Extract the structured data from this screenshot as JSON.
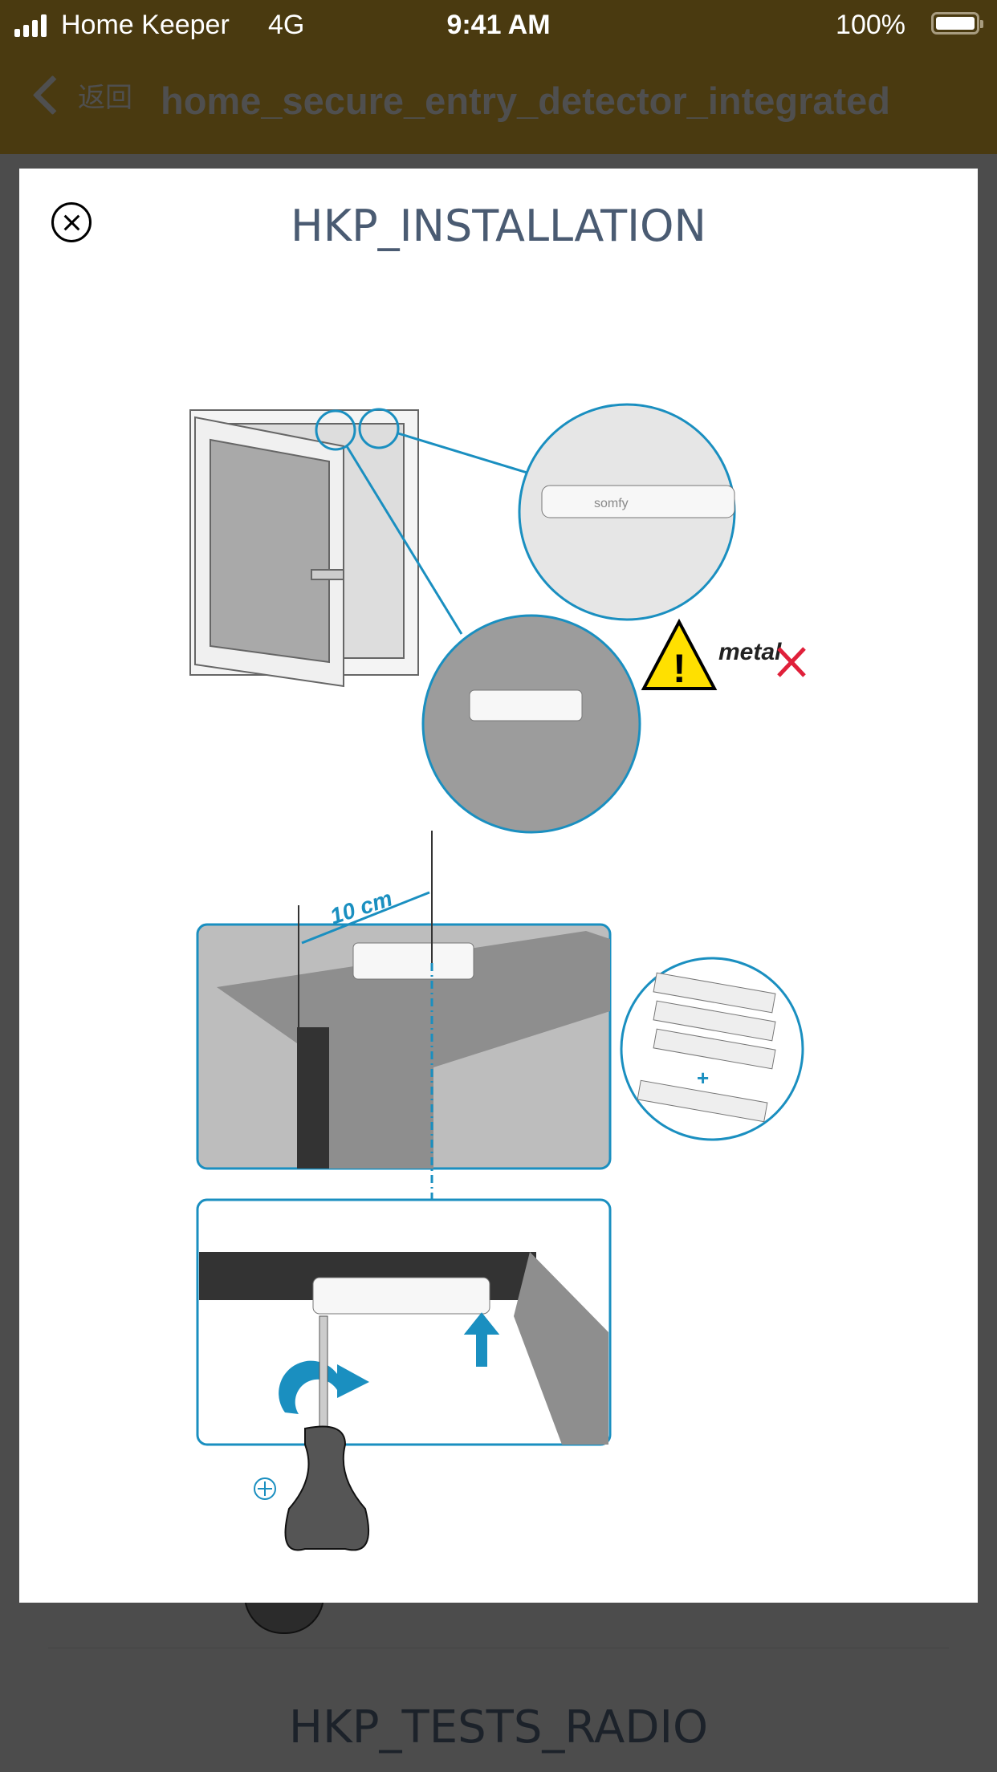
{
  "status_bar": {
    "carrier": "Home Keeper",
    "network": "4G",
    "time": "9:41 AM",
    "battery": "100%",
    "signal_bars": 4
  },
  "nav": {
    "back_label": "返回",
    "title": "home_secure_entry_detector_integrated"
  },
  "modal": {
    "title": "HKP_INSTALLATION",
    "illustration": {
      "distance_label": "10 cm",
      "metal_label": "metal",
      "brand_label": "somfy"
    }
  },
  "page": {
    "section_title": "HKP_TESTS_RADIO"
  },
  "colors": {
    "accent": "#1a8fc0",
    "status_bar": "#4a3a10",
    "overlay": "#4c4c4c",
    "title": "#4a5b72"
  }
}
